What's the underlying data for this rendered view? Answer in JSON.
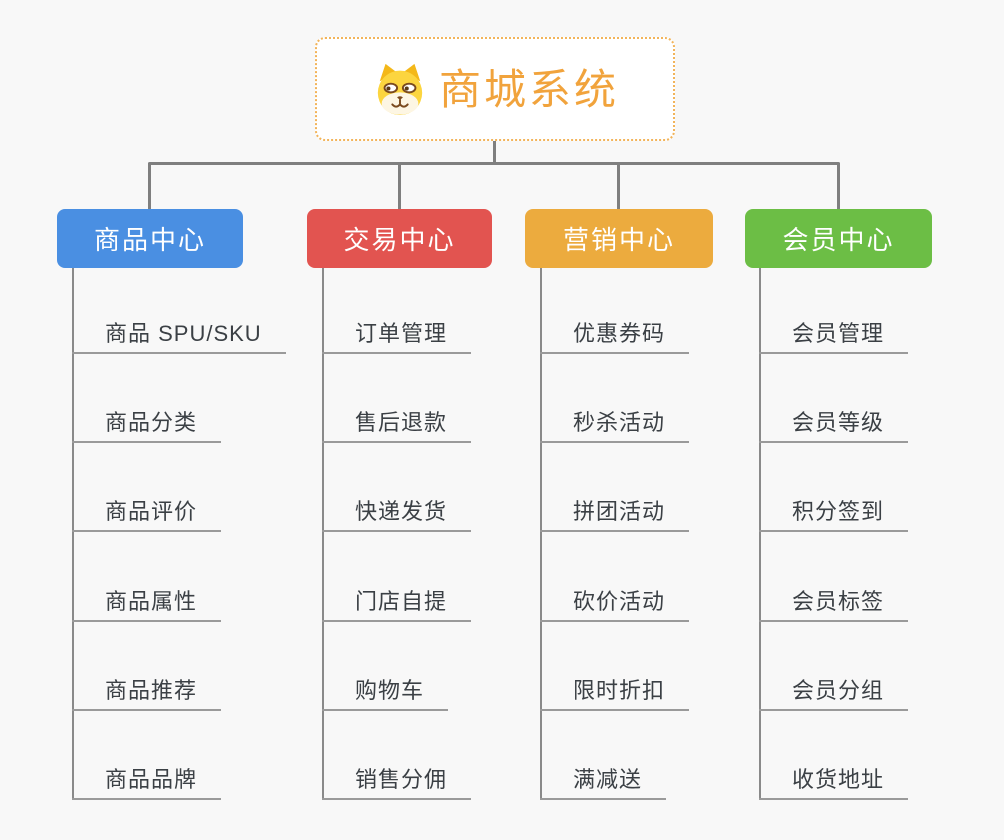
{
  "root": {
    "title": "商城系统",
    "icon": "dog-face-icon",
    "border_color": "#f2b45a",
    "title_color": "#f1a33c",
    "background": "#ffffff"
  },
  "branches": [
    {
      "label": "商品中心",
      "color": "#4a8fe2",
      "items": [
        "商品 SPU/SKU",
        "商品分类",
        "商品评价",
        "商品属性",
        "商品推荐",
        "商品品牌"
      ]
    },
    {
      "label": "交易中心",
      "color": "#e25450",
      "items": [
        "订单管理",
        "售后退款",
        "快递发货",
        "门店自提",
        "购物车",
        "销售分佣"
      ]
    },
    {
      "label": "营销中心",
      "color": "#ecab3e",
      "items": [
        "优惠券码",
        "秒杀活动",
        "拼团活动",
        "砍价活动",
        "限时折扣",
        "满减送"
      ]
    },
    {
      "label": "会员中心",
      "color": "#6cbe45",
      "items": [
        "会员管理",
        "会员等级",
        "积分签到",
        "会员标签",
        "会员分组",
        "收货地址"
      ]
    }
  ],
  "colors": {
    "connector": "#7f7f7f",
    "branch_line": "#8a8a8a",
    "underline": "#9a9a9a",
    "item_text": "#3b4045",
    "background": "#f8f8f8"
  }
}
